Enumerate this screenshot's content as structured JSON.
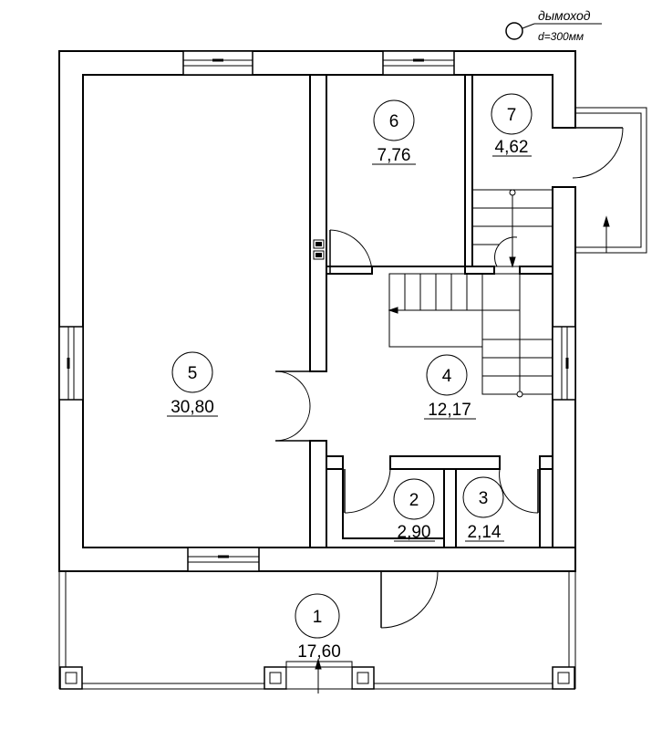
{
  "chimney": {
    "label": "дымоход",
    "size": "d=300мм"
  },
  "rooms": [
    {
      "id": "room-1",
      "number": "1",
      "area": "17,60"
    },
    {
      "id": "room-2",
      "number": "2",
      "area": "2,90"
    },
    {
      "id": "room-3",
      "number": "3",
      "area": "2,14"
    },
    {
      "id": "room-4",
      "number": "4",
      "area": "12,17"
    },
    {
      "id": "room-5",
      "number": "5",
      "area": "30,80"
    },
    {
      "id": "room-6",
      "number": "6",
      "area": "7,76"
    },
    {
      "id": "room-7",
      "number": "7",
      "area": "4,62"
    }
  ]
}
